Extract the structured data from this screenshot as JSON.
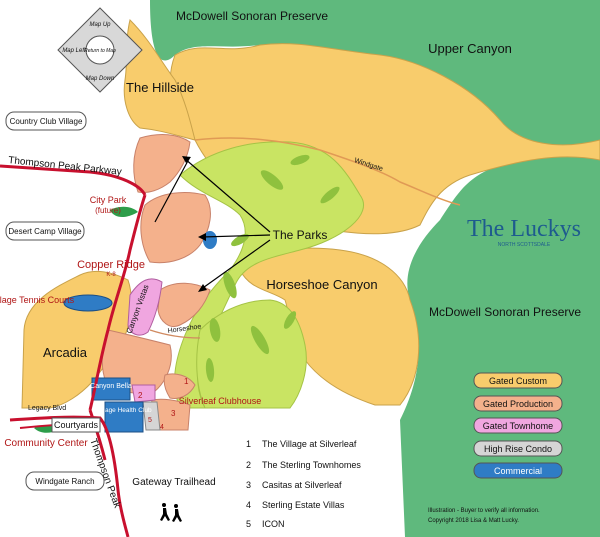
{
  "nav": {
    "up": "Map Up",
    "left": "Map Left",
    "center": "Return to Map",
    "down": "Map Down"
  },
  "areas": {
    "preserve_north": "McDowell Sonoran Preserve",
    "preserve_east": "McDowell Sonoran Preserve",
    "upper_canyon": "Upper Canyon",
    "hillside": "The Hillside",
    "horseshoe_canyon": "Horseshoe Canyon",
    "the_parks": "The Parks",
    "copper_ridge": "Copper Ridge",
    "copper_ridge_grades": "K-8",
    "arcadia": "Arcadia",
    "canyon_vistas": "Canyon Vistas",
    "canyon_bella": "Canyon Bella",
    "village_health_club": "Village Health Club",
    "silverleaf_clubhouse": "Silverleaf Clubhouse",
    "city_park": "City Park",
    "city_park_note": "(future)",
    "village_tennis": "Village Tennis Courts",
    "community_center": "Community Center",
    "courtyards": "Courtyards",
    "gateway_trailhead": "Gateway Trailhead"
  },
  "boxes": {
    "country_club": "Country Club Village",
    "desert_camp": "Desert Camp Village",
    "windgate_ranch": "Windgate Ranch"
  },
  "roads": {
    "thompson_peak_parkway": "Thompson Peak Parkway",
    "thompson_peak": "Thompson Peak",
    "legacy": "Legacy Blvd",
    "windgate": "Windgate",
    "horseshoe": "Horseshoe"
  },
  "parcel_numbers": [
    "1",
    "2",
    "3",
    "4",
    "5"
  ],
  "brand": {
    "name": "The Luckys",
    "tagline": "NORTH SCOTTSDALE"
  },
  "legend": [
    {
      "label": "Gated Custom",
      "color": "#f8cc6c"
    },
    {
      "label": "Gated Production",
      "color": "#f4b18c"
    },
    {
      "label": "Gated Townhome",
      "color": "#f0a6e0"
    },
    {
      "label": "High Rise Condo",
      "color": "#d5d5d5"
    },
    {
      "label": "Commercial",
      "color": "#2f7cc5"
    }
  ],
  "numbered_list": [
    {
      "num": "1",
      "label": "The Village at Silverleaf"
    },
    {
      "num": "2",
      "label": "The Sterling Townhomes"
    },
    {
      "num": "3",
      "label": "Casitas at Silverleaf"
    },
    {
      "num": "4",
      "label": "Sterling Estate Villas"
    },
    {
      "num": "5",
      "label": "ICON"
    }
  ],
  "footer": {
    "line1": "Illustration - Buyer to verify all information.",
    "line2": "Copyright 2018 Lisa & Matt Lucky."
  },
  "colors": {
    "preserve": "#5fb97d",
    "custom": "#f8cc6c",
    "golf": "#c9e463",
    "road_red": "#c8102e"
  }
}
